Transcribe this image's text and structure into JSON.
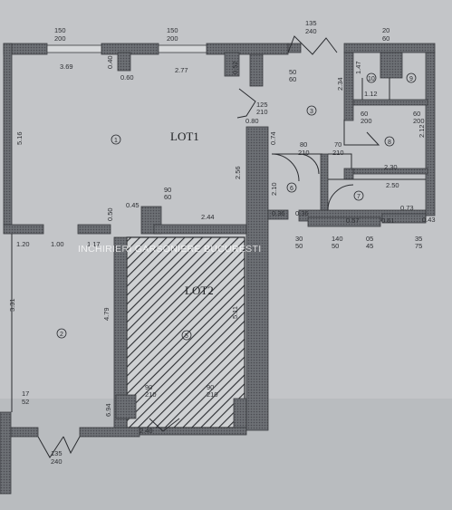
{
  "lots": {
    "lot1": "LOT1",
    "lot2": "LOT2"
  },
  "watermark": "INCHIRIERI GARSONIERE BUCURESTI",
  "rooms": [
    "1",
    "2",
    "3",
    "5",
    "6",
    "7",
    "8",
    "9",
    "10"
  ],
  "dimensions": [
    {
      "a": "150",
      "b": "200"
    },
    {
      "a": "150",
      "b": "200"
    },
    {
      "a": "135",
      "b": "240"
    },
    {
      "a": "20",
      "b": "60"
    },
    {
      "a": "125",
      "b": "210"
    },
    {
      "a": "60",
      "b": "200"
    },
    {
      "a": "60",
      "b": "200"
    },
    {
      "a": "80",
      "b": "210"
    },
    {
      "a": "70",
      "b": "210"
    },
    {
      "a": "90",
      "b": "60"
    },
    {
      "a": "30",
      "b": "50"
    },
    {
      "a": "140",
      "b": "50"
    },
    {
      "a": "05",
      "b": "45"
    },
    {
      "a": "35",
      "b": "75"
    },
    {
      "a": "17",
      "b": "52"
    },
    {
      "a": "135",
      "b": "240"
    },
    {
      "a": "50",
      "b": "60"
    },
    {
      "a": "90",
      "b": "210"
    },
    {
      "a": "90",
      "b": "210"
    }
  ],
  "measurements": [
    "3.69",
    "0.40",
    "0.60",
    "2.77",
    "0.52",
    "5.16",
    "0.80",
    "2.34",
    "1.47",
    "1.12",
    "2.12",
    "0.74",
    "2.56",
    "2.10",
    "2.30",
    "2.50",
    "0.50",
    "0.45",
    "2.44",
    "0.36",
    "0.36",
    "0.57",
    "0.61",
    "0.73",
    "0.43",
    "1.20",
    "1.00",
    "1.17",
    "4.79",
    "3.31",
    "5.11",
    "6.94",
    "2.40"
  ]
}
